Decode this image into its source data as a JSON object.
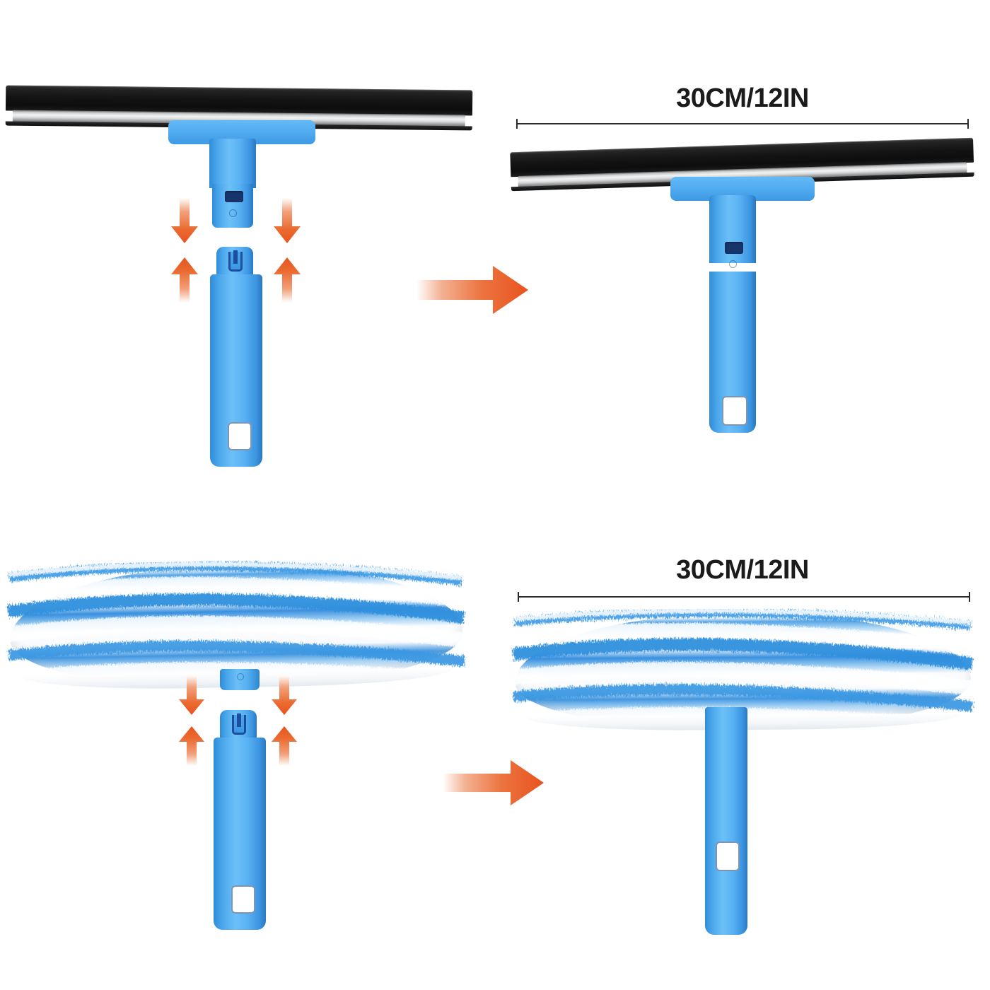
{
  "meta": {
    "background_color": "#ffffff",
    "accent_orange": "#e8531f",
    "plastic_blue": "#4aa6ea",
    "blade_black": "#121212",
    "metal_silver": "#d8dadc",
    "text_color": "#1b1b1b"
  },
  "sections": [
    {
      "id": "squeegee",
      "name": "squeegee-section",
      "exploded": {
        "name": "squeegee-exploded-view",
        "head_label": "squeegee-blade-head",
        "handle_label": "detachable-handle",
        "arrows": [
          {
            "name": "assembly-arrow-down-left",
            "direction": "down"
          },
          {
            "name": "assembly-arrow-down-right",
            "direction": "down"
          },
          {
            "name": "assembly-arrow-up-left",
            "direction": "up"
          },
          {
            "name": "assembly-arrow-up-right",
            "direction": "up"
          }
        ]
      },
      "transition_arrow": {
        "name": "transition-arrow-squeegee",
        "direction": "right"
      },
      "assembled": {
        "name": "squeegee-assembled-view",
        "dimension": {
          "label": "30CM/12IN",
          "value": 30,
          "unit_metric": "CM",
          "value_imperial": 12,
          "unit_imperial": "IN"
        }
      }
    },
    {
      "id": "scrubber",
      "name": "scrubber-section",
      "exploded": {
        "name": "scrubber-exploded-view",
        "head_label": "microfiber-scrubber-head",
        "handle_label": "detachable-handle",
        "arrows": [
          {
            "name": "assembly-arrow-down-left",
            "direction": "down"
          },
          {
            "name": "assembly-arrow-down-right",
            "direction": "down"
          },
          {
            "name": "assembly-arrow-up-left",
            "direction": "up"
          },
          {
            "name": "assembly-arrow-up-right",
            "direction": "up"
          }
        ]
      },
      "transition_arrow": {
        "name": "transition-arrow-scrubber",
        "direction": "right"
      },
      "assembled": {
        "name": "scrubber-assembled-view",
        "dimension": {
          "label": "30CM/12IN",
          "value": 30,
          "unit_metric": "CM",
          "value_imperial": 12,
          "unit_imperial": "IN"
        }
      }
    }
  ],
  "dimension_labels": {
    "squeegee": "30CM/12IN",
    "scrubber": "30CM/12IN"
  }
}
